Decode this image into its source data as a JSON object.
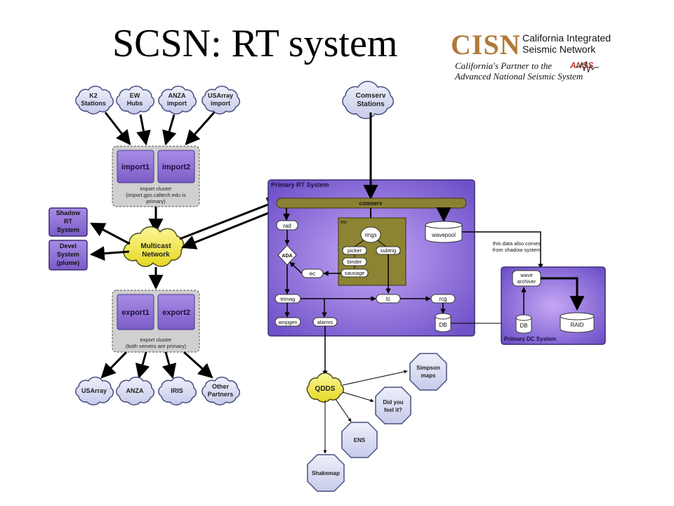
{
  "title": "SCSN: RT system",
  "logo": {
    "mark": "CISN",
    "org_line1": "California Integrated",
    "org_line2": "Seismic Network",
    "tagline1": "California's Partner to the",
    "tagline2": "Advanced National Seismic System",
    "partner": "ANSS"
  },
  "nodes": {
    "k2": [
      "K2",
      "Stations"
    ],
    "ew_hubs": [
      "EW",
      "Hubs"
    ],
    "anza_import": [
      "ANZA",
      "import"
    ],
    "usarray_import": [
      "USArray",
      "import"
    ],
    "comserv_stations": [
      "Comserv",
      "Stations"
    ],
    "import1": "import1",
    "import2": "import2",
    "import_cluster": [
      "import cluster",
      "(import.gps.caltech.edu is",
      "primary)"
    ],
    "shadow": [
      "Shadow",
      "RT",
      "System"
    ],
    "devel": [
      "Devel",
      "System",
      "(plume)"
    ],
    "multicast": [
      "Multicast",
      "Network"
    ],
    "export1": "export1",
    "export2": "export2",
    "export_cluster": [
      "export cluster",
      "(both servers are primary)"
    ],
    "usarray_out": "USArray",
    "anza_out": "ANZA",
    "iris": "IRIS",
    "other_partners": [
      "Other",
      "Partners"
    ],
    "primary_rt": "Primary RT System",
    "comserv_bus": "comserv",
    "rad": "rad",
    "ada": "ADA",
    "ec": "ec",
    "trimag": "trimag",
    "ampgen": "ampgen",
    "alarms": "alarms",
    "ew": "ew",
    "rings": "rings",
    "picker": "picker",
    "binder": "binder",
    "sausage": "sausage",
    "subtrig": "subtrig",
    "tc": "tc",
    "rcg": "rcg",
    "wavepool": "wavepool",
    "db_rt": "DB",
    "shadow_note": [
      "this data also comes",
      "from shadow system"
    ],
    "primary_dc": "Primary DC System",
    "wave_archiver": [
      "wave",
      "archiver"
    ],
    "db_dc": "DB",
    "raid": "RAID",
    "qdds": "QDDS",
    "simpson": [
      "Simpson",
      "maps"
    ],
    "dyfi": [
      "Did you",
      "feel it?"
    ],
    "ens": "ENS",
    "shakemap": "Shakemap"
  },
  "colors": {
    "cloud_fill": "#d9dcf3",
    "cloud_stroke": "#4a4f80",
    "qdds_fill": "#f3ea3c",
    "system_bg": "#9a7fe0",
    "server_fill": "#8e6fd1",
    "comserv_bus": "#8c8133",
    "ew_panel": "#8c8333",
    "cluster_bg": "#d0d0d0",
    "logo_brown": "#b07a3a",
    "anss_red": "#c0392b"
  }
}
